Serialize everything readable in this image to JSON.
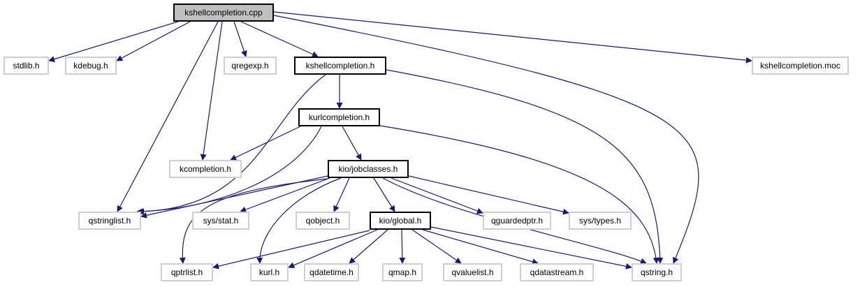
{
  "graph": {
    "title": "kshellcompletion.cpp include dependency graph",
    "edge_color": "#191970",
    "nodes": {
      "root": {
        "label": "kshellcompletion.cpp",
        "kind": "root"
      },
      "stdlib": {
        "label": "stdlib.h",
        "kind": "external"
      },
      "kdebug": {
        "label": "kdebug.h",
        "kind": "external"
      },
      "qregexp": {
        "label": "qregexp.h",
        "kind": "external"
      },
      "kshellh": {
        "label": "kshellcompletion.h",
        "kind": "documented"
      },
      "moc": {
        "label": "kshellcompletion.moc",
        "kind": "external"
      },
      "kurlcomp": {
        "label": "kurlcompletion.h",
        "kind": "documented"
      },
      "kcomp": {
        "label": "kcompletion.h",
        "kind": "external"
      },
      "jobclasses": {
        "label": "kio/jobclasses.h",
        "kind": "documented"
      },
      "qstringlist": {
        "label": "qstringlist.h",
        "kind": "external"
      },
      "sysstat": {
        "label": "sys/stat.h",
        "kind": "external"
      },
      "qobject": {
        "label": "qobject.h",
        "kind": "external"
      },
      "kioglobal": {
        "label": "kio/global.h",
        "kind": "documented"
      },
      "qguarded": {
        "label": "qguardedptr.h",
        "kind": "external"
      },
      "systypes": {
        "label": "sys/types.h",
        "kind": "external"
      },
      "qptrlist": {
        "label": "qptrlist.h",
        "kind": "external"
      },
      "kurl": {
        "label": "kurl.h",
        "kind": "external"
      },
      "qdatetime": {
        "label": "qdatetime.h",
        "kind": "external"
      },
      "qmap": {
        "label": "qmap.h",
        "kind": "external"
      },
      "qvaluelist": {
        "label": "qvaluelist.h",
        "kind": "external"
      },
      "qdatastream": {
        "label": "qdatastream.h",
        "kind": "external"
      },
      "qstring": {
        "label": "qstring.h",
        "kind": "external"
      }
    },
    "edges": [
      [
        "root",
        "stdlib"
      ],
      [
        "root",
        "kdebug"
      ],
      [
        "root",
        "qregexp"
      ],
      [
        "root",
        "kshellh"
      ],
      [
        "root",
        "moc"
      ],
      [
        "root",
        "qstring"
      ],
      [
        "root",
        "qstringlist"
      ],
      [
        "root",
        "kcomp"
      ],
      [
        "kshellh",
        "kurlcomp"
      ],
      [
        "kshellh",
        "qstring"
      ],
      [
        "kshellh",
        "qstringlist"
      ],
      [
        "kurlcomp",
        "kcomp"
      ],
      [
        "kurlcomp",
        "jobclasses"
      ],
      [
        "kurlcomp",
        "qstring"
      ],
      [
        "kurlcomp",
        "qstringlist"
      ],
      [
        "jobclasses",
        "qstringlist"
      ],
      [
        "jobclasses",
        "sysstat"
      ],
      [
        "jobclasses",
        "qobject"
      ],
      [
        "jobclasses",
        "kioglobal"
      ],
      [
        "jobclasses",
        "qguarded"
      ],
      [
        "jobclasses",
        "systypes"
      ],
      [
        "jobclasses",
        "qptrlist"
      ],
      [
        "jobclasses",
        "kurl"
      ],
      [
        "jobclasses",
        "qstring"
      ],
      [
        "kioglobal",
        "qptrlist"
      ],
      [
        "kioglobal",
        "kurl"
      ],
      [
        "kioglobal",
        "qdatetime"
      ],
      [
        "kioglobal",
        "qmap"
      ],
      [
        "kioglobal",
        "qvaluelist"
      ],
      [
        "kioglobal",
        "qdatastream"
      ],
      [
        "kioglobal",
        "qstring"
      ]
    ]
  }
}
